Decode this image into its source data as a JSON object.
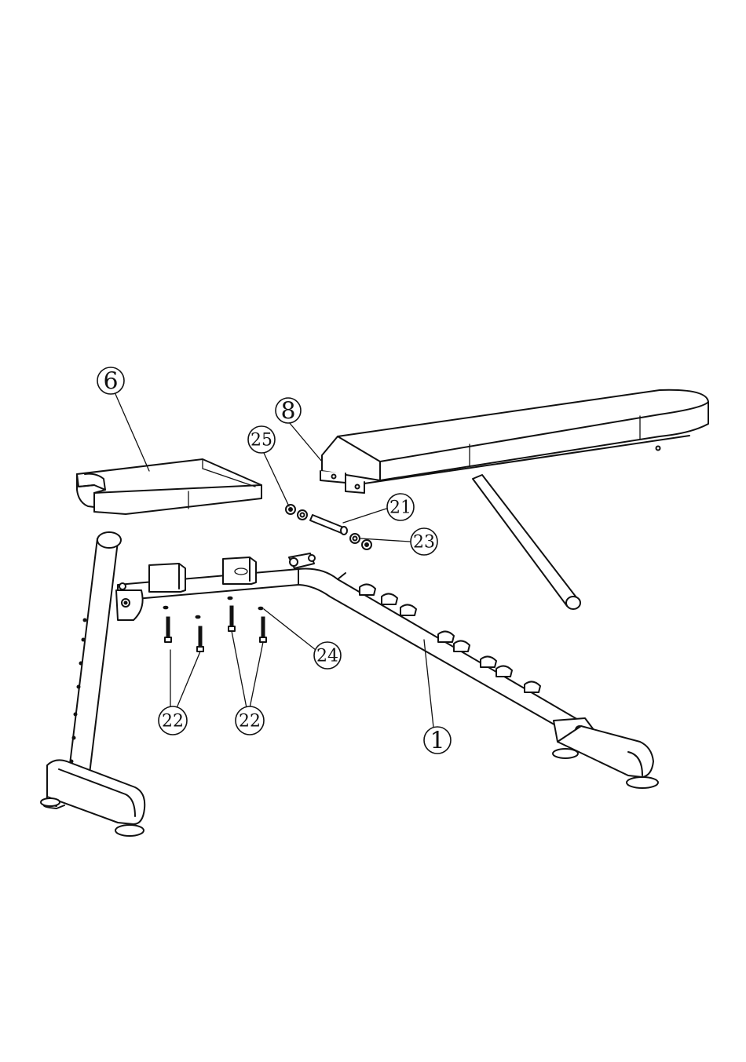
{
  "callouts": {
    "c6": "6",
    "c8": "8",
    "c25": "25",
    "c21": "21",
    "c23": "23",
    "c24": "24",
    "c22a": "22",
    "c22b": "22",
    "c1": "1"
  }
}
